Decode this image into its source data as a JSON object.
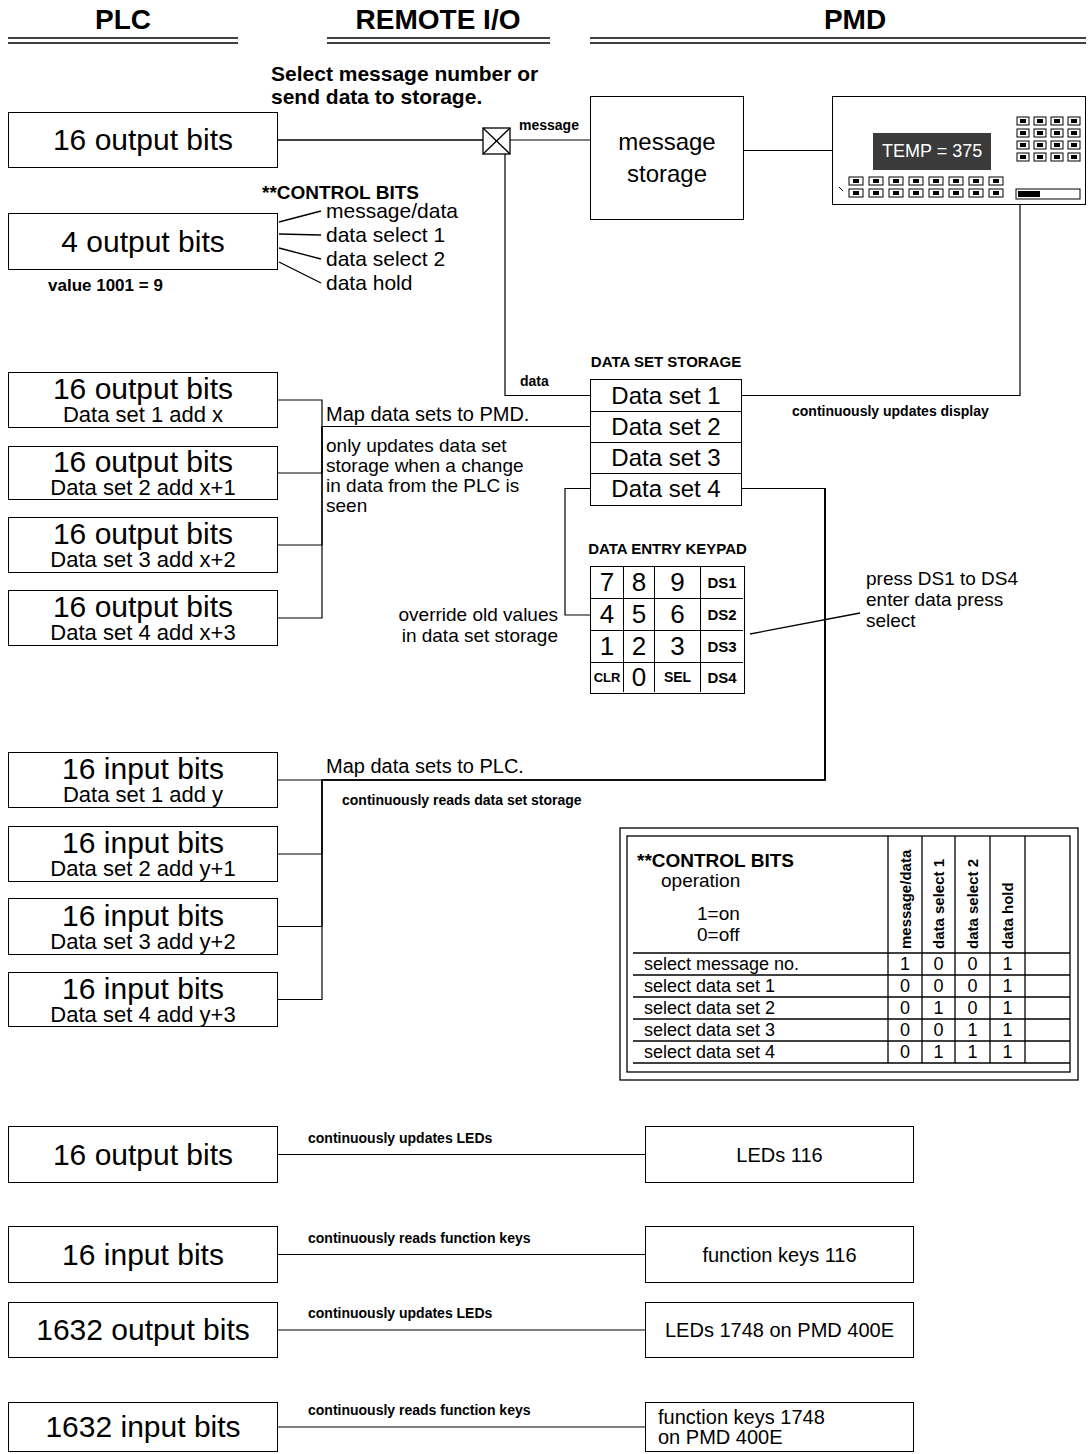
{
  "diagram": {
    "nodes": [
      {
        "text": [
          "16 output bits"
        ]
      },
      {
        "text": [
          "message storage"
        ]
      },
      {
        "text": [
          "TEMP = 375"
        ]
      },
      {
        "text": [
          "4 output bits"
        ]
      },
      {
        "text": [
          "16 output bits",
          "Data set 1 add x"
        ]
      },
      {
        "text": [
          "DATA SET STORAGE"
        ]
      },
      {
        "text": [
          "Data set 1"
        ],
        "in": 5
      },
      {
        "text": [
          "Data set 2"
        ],
        "in": 5
      },
      {
        "text": [
          "Data set 3"
        ],
        "in": 5
      },
      {
        "text": [
          "Data set 4"
        ],
        "in": 5
      },
      {
        "text": [
          "16 output bits",
          "Data set 2 add x+1"
        ]
      },
      {
        "text": [
          "16 output bits",
          "Data set 3 add x+2"
        ]
      },
      {
        "text": [
          "16 output bits",
          "Data set 4 add x+3"
        ]
      },
      {
        "text": [
          "DATA ENTRY KEYPAD"
        ]
      },
      {
        "text": [
          "7"
        ],
        "in": 13
      },
      {
        "text": [
          "8"
        ],
        "in": 13
      },
      {
        "text": [
          "9"
        ],
        "in": 13
      },
      {
        "text": [
          "DS1"
        ],
        "in": 13
      },
      {
        "text": [
          "4"
        ],
        "in": 13
      },
      {
        "text": [
          "5"
        ],
        "in": 13
      },
      {
        "text": [
          "6"
        ],
        "in": 13
      },
      {
        "text": [
          "DS2"
        ],
        "in": 13
      },
      {
        "text": [
          "1"
        ],
        "in": 13
      },
      {
        "text": [
          "2"
        ],
        "in": 13
      },
      {
        "text": [
          "3"
        ],
        "in": 13
      },
      {
        "text": [
          "DS3"
        ],
        "in": 13
      },
      {
        "text": [
          "CLR"
        ],
        "in": 13
      },
      {
        "text": [
          "0"
        ],
        "in": 13
      },
      {
        "text": [
          "SEL"
        ],
        "in": 13
      },
      {
        "text": [
          "DS4"
        ],
        "in": 13
      },
      {
        "text": [
          "16 input bits",
          "Data set 1 add y"
        ]
      },
      {
        "text": [
          "16 input bits",
          "Data set 2 add y+1"
        ]
      },
      {
        "text": [
          "16 input bits",
          "Data set 3 add y+2"
        ]
      },
      {
        "text": [
          "16 input bits",
          "Data set 4 add y+3"
        ]
      },
      {
        "text": [
          "16 output bits"
        ]
      },
      {
        "text": [
          "LEDs 116"
        ]
      },
      {
        "text": [
          "16 input bits"
        ]
      },
      {
        "text": [
          "function keys 116"
        ]
      },
      {
        "text": [
          "1632 output bits"
        ]
      },
      {
        "text": [
          "LEDs 1748 on PMD 400E"
        ]
      },
      {
        "text": [
          "1632 input bits"
        ]
      },
      {
        "text": [
          "function keys 1748 on PMD 400E"
        ]
      }
    ],
    "edges": [
      {
        "from": 0,
        "to": 1,
        "arrow": "none",
        "label": "message"
      },
      {
        "from": 0,
        "to": 5,
        "arrow": "none",
        "label": "data"
      },
      {
        "from": 1,
        "to": 2,
        "arrow": "none"
      },
      {
        "from": 6,
        "to": 2,
        "arrow": "none",
        "label": "continuously updates display"
      },
      {
        "from": 4,
        "to": 5,
        "arrow": "none",
        "label": "Map data sets to PMD."
      },
      {
        "from": 10,
        "to": 5,
        "arrow": "none"
      },
      {
        "from": 11,
        "to": 5,
        "arrow": "none"
      },
      {
        "from": 12,
        "to": 5,
        "arrow": "none"
      },
      {
        "from": 13,
        "to": 5,
        "arrow": "none"
      },
      {
        "from": 5,
        "to": 30,
        "arrow": "none",
        "label": "Map data sets to PLC."
      },
      {
        "from": 5,
        "to": 31,
        "arrow": "none"
      },
      {
        "from": 5,
        "to": 32,
        "arrow": "none"
      },
      {
        "from": 5,
        "to": 33,
        "arrow": "none"
      },
      {
        "from": 34,
        "to": 35,
        "arrow": "none",
        "label": "continuously updates LEDs"
      },
      {
        "from": 37,
        "to": 36,
        "arrow": "none",
        "label": "continuously reads function keys"
      },
      {
        "from": 38,
        "to": 39,
        "arrow": "none",
        "label": "continuously updates LEDs"
      },
      {
        "from": 41,
        "to": 40,
        "arrow": "none",
        "label": "continuously reads function keys"
      }
    ],
    "labels": [
      "PLC",
      "REMOTE I/O",
      "PMD",
      "Select message number or send data to storage.",
      "**CONTROL BITS",
      "message/data",
      "data select 1",
      "data select 2",
      "data hold",
      "value 1001 = 9",
      "only updates data set storage when a change in data from the PLC is seen",
      "override old values in data set storage",
      "press DS1 to DS4 enter data press select",
      "continuously reads data set storage",
      "**CONTROL BITS",
      "operation",
      "1=on",
      "0=off",
      "message/data",
      "data select 1",
      "data select 2",
      "data hold",
      "select message no.",
      "1",
      "0",
      "0",
      "1",
      "select data set 1",
      "0",
      "0",
      "0",
      "1",
      "select data set 2",
      "0",
      "1",
      "0",
      "1",
      "select data set 3",
      "0",
      "0",
      "1",
      "1",
      "select data set 4",
      "0",
      "1",
      "1",
      "1"
    ]
  }
}
